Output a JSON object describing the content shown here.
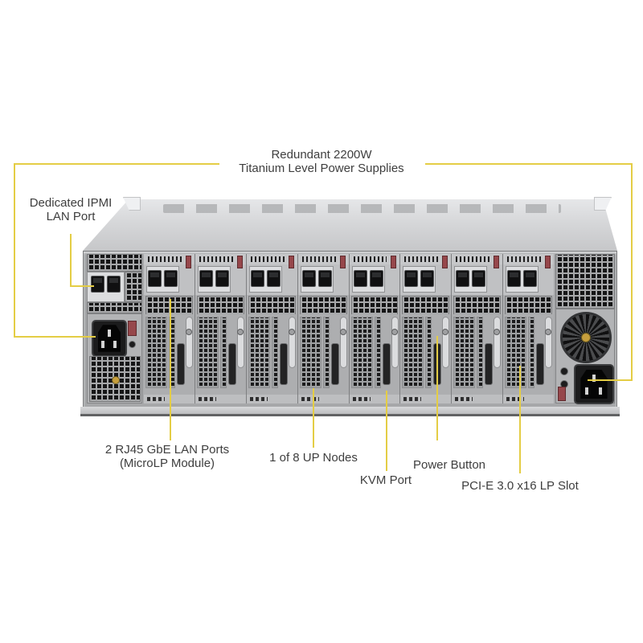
{
  "diagram": {
    "subject": "server-rear-view",
    "view": "rear"
  },
  "labels": {
    "psu": {
      "line1": "Redundant 2200W",
      "line2": "Titanium Level Power Supplies"
    },
    "ipmi": {
      "line1": "Dedicated IPMI",
      "line2": "LAN Port"
    },
    "gbe": {
      "line1": "2 RJ45 GbE LAN Ports",
      "line2": "(MicroLP Module)"
    },
    "up_nodes": "1 of 8 UP Nodes",
    "kvm": "KVM Port",
    "power_button": "Power Button",
    "pcie": "PCI-E 3.0 x16 LP Slot"
  },
  "hardware": {
    "node_count": 8,
    "rj45_ports_per_node": 2,
    "power_supplies": 2
  },
  "colors": {
    "callout_line": "#e4cd45",
    "label_text": "#3e3e3e",
    "chassis_light": "#d6d7d9",
    "panel_gray": "#a6a7a9",
    "latch_red": "#96474b",
    "fan_screw_gold": "#c79f3d"
  }
}
